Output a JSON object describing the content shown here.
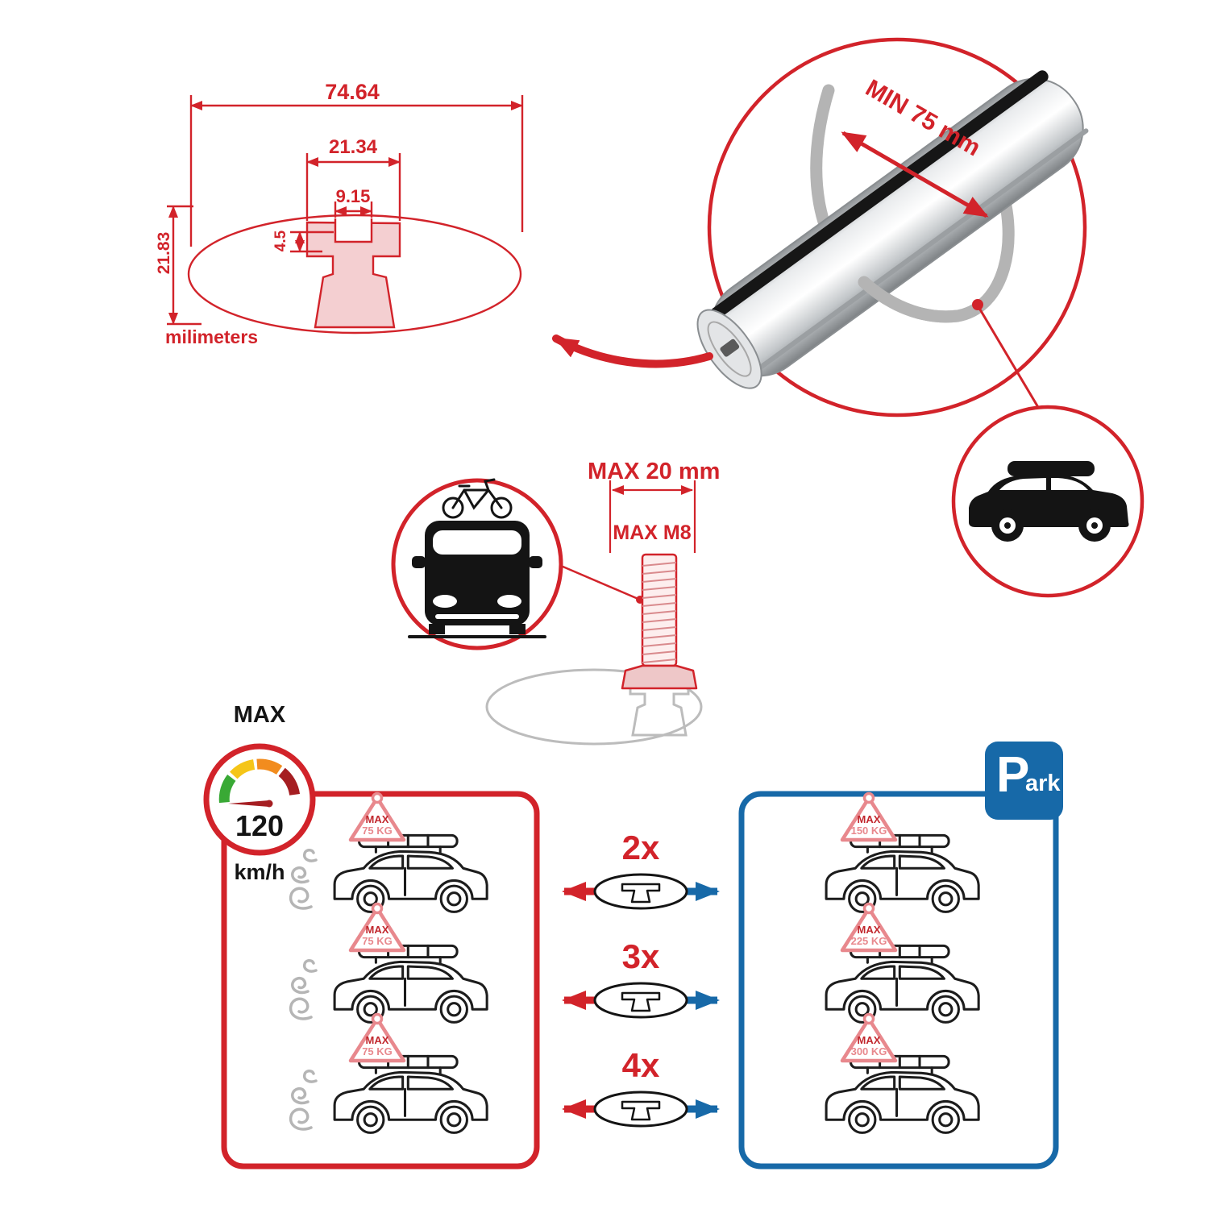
{
  "colors": {
    "brand_red": "#d2232a",
    "soft_pink": "#e8888d",
    "brand_blue": "#1769a8",
    "sketch_gray": "#b5b5b5",
    "gauge_green": "#39a935",
    "gauge_yellow": "#f5c518",
    "gauge_orange": "#f28c1e",
    "gauge_dark_red": "#a51e22"
  },
  "cross_section": {
    "total_width": "74.64",
    "channel_width": "21.34",
    "slot_width": "9.15",
    "slot_depth": "4.5",
    "total_height": "21.83",
    "units": "milimeters"
  },
  "clamp": {
    "min_span": "MIN 75 mm"
  },
  "bolt": {
    "max_length": "MAX 20 mm",
    "max_thread": "MAX M8"
  },
  "speed": {
    "label": "MAX",
    "value": "120",
    "unit": "km/h"
  },
  "bar_counts": [
    "2x",
    "3x",
    "4x"
  ],
  "driving_cars": [
    {
      "flag_title": "MAX",
      "flag_load": "75 KG"
    },
    {
      "flag_title": "MAX",
      "flag_load": "75 KG"
    },
    {
      "flag_title": "MAX",
      "flag_load": "75 KG"
    }
  ],
  "parked_cars": [
    {
      "flag_title": "MAX",
      "flag_load": "150 KG"
    },
    {
      "flag_title": "MAX",
      "flag_load": "225 KG"
    },
    {
      "flag_title": "MAX",
      "flag_load": "300 KG"
    }
  ],
  "parking_sign": {
    "letter": "P",
    "rest": "ark"
  }
}
